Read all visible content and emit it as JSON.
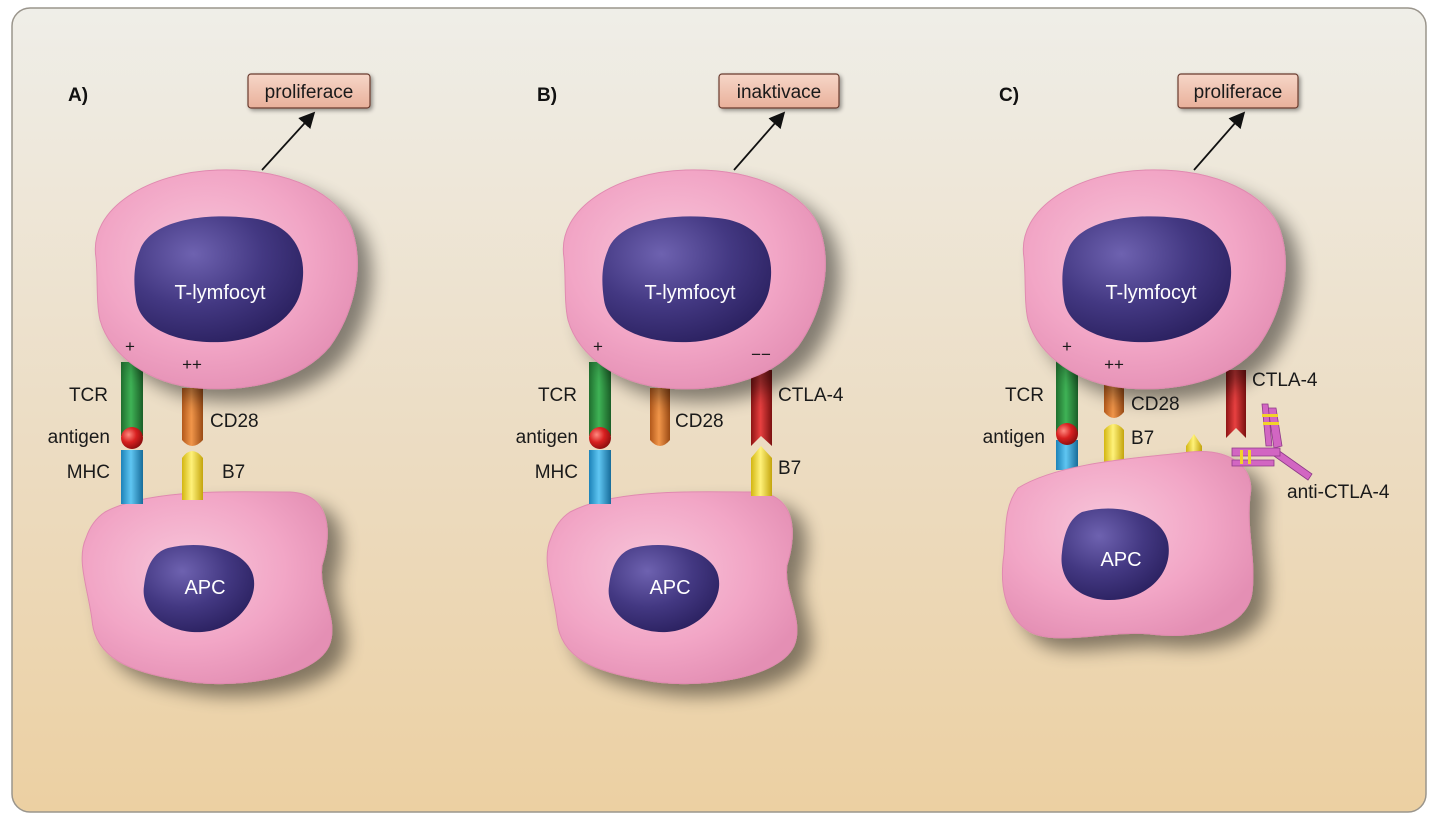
{
  "panels": [
    {
      "letter": "A)",
      "outcome": "proliferace",
      "t_cell": "T-lymfocyt",
      "apc": "APC",
      "sign_tcr": "+",
      "sign_second": "++",
      "labels": {
        "tcr": "TCR",
        "antigen": "antigen",
        "mhc": "MHC",
        "cd28": "CD28",
        "b7": "B7"
      }
    },
    {
      "letter": "B)",
      "outcome": "inaktivace",
      "t_cell": "T-lymfocyt",
      "apc": "APC",
      "sign_tcr": "+",
      "sign_second": "−−",
      "labels": {
        "tcr": "TCR",
        "antigen": "antigen",
        "mhc": "MHC",
        "cd28": "CD28",
        "ctla4": "CTLA-4",
        "b7": "B7"
      }
    },
    {
      "letter": "C)",
      "outcome": "proliferace",
      "t_cell": "T-lymfocyt",
      "apc": "APC",
      "sign_tcr": "+",
      "sign_second": "++",
      "labels": {
        "tcr": "TCR",
        "antigen": "antigen",
        "cd28": "CD28",
        "b7": "B7",
        "ctla4": "CTLA-4",
        "anti_ctla4": "anti-CTLA-4"
      }
    }
  ],
  "colors": {
    "background_top": "#efeee8",
    "background_bottom": "#ecd0a2",
    "cell_body": "#f2a3c4",
    "nucleus": "#3d3278",
    "outcome_box": "#f0c4b2",
    "tcr": "#2a8f3c",
    "mhc": "#2ea7e0",
    "antigen": "#d32222",
    "cd28": "#e07a2a",
    "b7": "#f7df22",
    "ctla4": "#cc2222",
    "antibody": "#d266c2"
  }
}
